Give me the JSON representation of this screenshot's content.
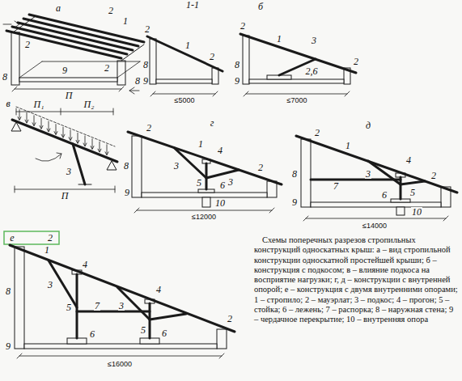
{
  "diagram": {
    "caption": "Схемы поперечных разрезов стропильных конструкций односкатных крыш: а – вид стропильной конструкции односкатной простейшей крыши; б – конструкция с подкосом; в – влияние подкоса на восприятие нагрузки; г, д – конструкции с внутренней опорой; е – конструкция с двумя внутренними опорами; 1 – стропило; 2 – мауэрлат; 3 – подкос; 4 – прогон; 5 – стойка; 6 – лежень; 7 – распорка; 8 – наружная стена; 9 – чердачное перекрытие; 10 – внутренняя опора",
    "labels": [
      "а",
      "2",
      "1",
      "2",
      "2",
      "8",
      "9",
      "8",
      "П",
      "1-1",
      "б",
      "2",
      "1",
      "2",
      "8",
      "9",
      "≤5000",
      "3",
      "2",
      "1",
      "2,6",
      "2",
      "8",
      "9",
      "≤7000",
      "в",
      "П₁",
      "П₂",
      "3",
      "П",
      "г",
      "1",
      "3",
      "4",
      "3",
      "2",
      "2",
      "8",
      "5",
      "6",
      "9",
      "10",
      "≤12000",
      "д",
      "1",
      "2",
      "3",
      "4",
      "2",
      "8",
      "5",
      "6",
      "7",
      "9",
      "10",
      "≤14000",
      "е",
      "2",
      "1",
      "3",
      "4",
      "3",
      "4",
      "8",
      "5",
      "7",
      "5",
      "6",
      "6",
      "2",
      "9",
      "≤16000"
    ]
  }
}
